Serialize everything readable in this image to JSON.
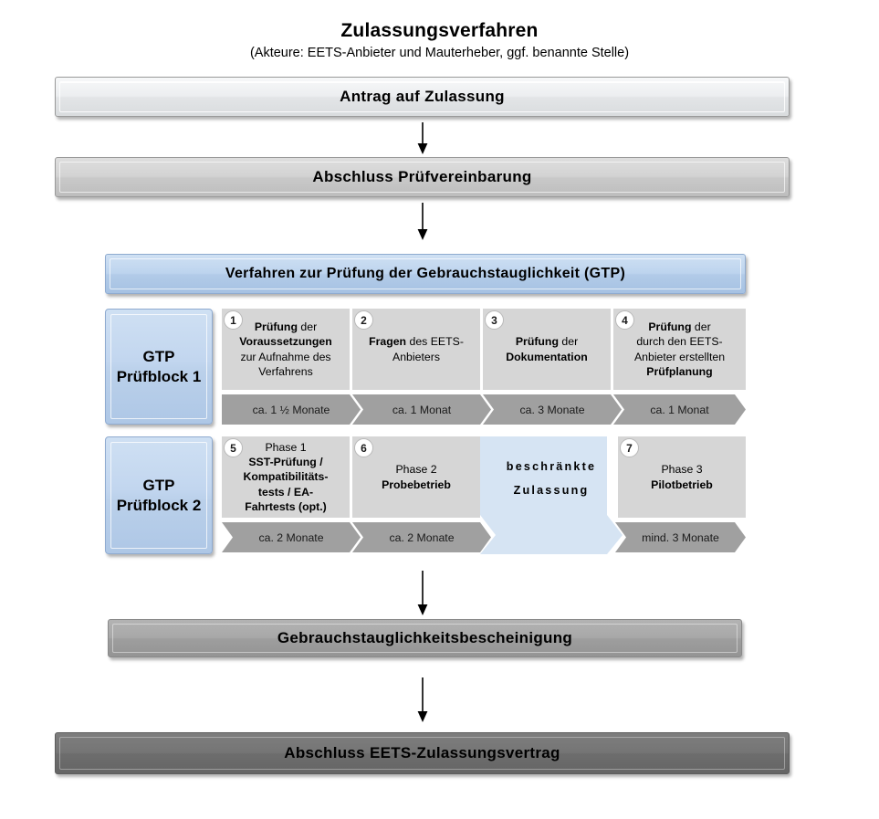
{
  "title": {
    "main": "Zulassungsverfahren",
    "subtitle": "(Akteure: EETS-Anbieter und Mauterheber, ggf. benannte Stelle)"
  },
  "flow": {
    "step_application": "Antrag auf Zulassung",
    "step_agreement": "Abschluss Prüfvereinbarung",
    "gtp_header": "Verfahren zur Prüfung der Gebrauchstauglichkeit (GTP)",
    "step_certificate": "Gebrauchstauglichkeitsbescheinigung",
    "step_contract": "Abschluss EETS-Zulassungsvertrag"
  },
  "blocks": [
    {
      "label_line1": "GTP",
      "label_line2": "Prüfblock 1",
      "steps": [
        {
          "number": "1",
          "lines": [
            {
              "text": "Prüfung ",
              "bold": true
            },
            {
              "text": "der",
              "bold": false
            },
            {
              "text": "\nVoraussetzungen",
              "bold": true
            },
            {
              "text": "\nzur Aufnahme des\nVerfahrens",
              "bold": false
            }
          ],
          "plain": "Prüfung der Voraussetzungen zur Aufnahme des Verfahrens",
          "duration": "ca. 1 ½ Monate"
        },
        {
          "number": "2",
          "plain": "Fragen des EETS-Anbieters",
          "duration": "ca. 1 Monat"
        },
        {
          "number": "3",
          "plain": "Prüfung der Dokumentation",
          "duration": "ca. 3 Monate"
        },
        {
          "number": "4",
          "plain": "Prüfung der durch den EETS-Anbieter erstellten Prüfplanung",
          "duration": "ca. 1 Monat"
        }
      ]
    },
    {
      "label_line1": "GTP",
      "label_line2": "Prüfblock 2",
      "steps": [
        {
          "number": "5",
          "phase": "Phase 1",
          "plain": "SST-Prüfung / Kompatibilitäts-tests / EA-Fahrtests (opt.)",
          "duration": "ca. 2 Monate"
        },
        {
          "number": "6",
          "phase": "Phase 2",
          "plain": "Probebetrieb",
          "duration": "ca. 2 Monate"
        },
        {
          "number": "",
          "plain": "beschränkte Zulassung",
          "line1": "beschränkte",
          "line2": "Zulassung",
          "duration": ""
        },
        {
          "number": "7",
          "phase": "Phase 3",
          "plain": "Pilotbetrieb",
          "duration": "mind. 3 Monate"
        }
      ]
    }
  ],
  "colors": {
    "accent_blue": "#c5d7ee",
    "cell_gray": "#d6d6d6",
    "chevron_gray": "#a0a0a0",
    "cell_blue": "#d6e4f3",
    "bar_dark": "#6d6d6d",
    "bar_grayer": "#9e9e9e"
  },
  "icons": {
    "down_arrow": "down-arrow-icon"
  }
}
